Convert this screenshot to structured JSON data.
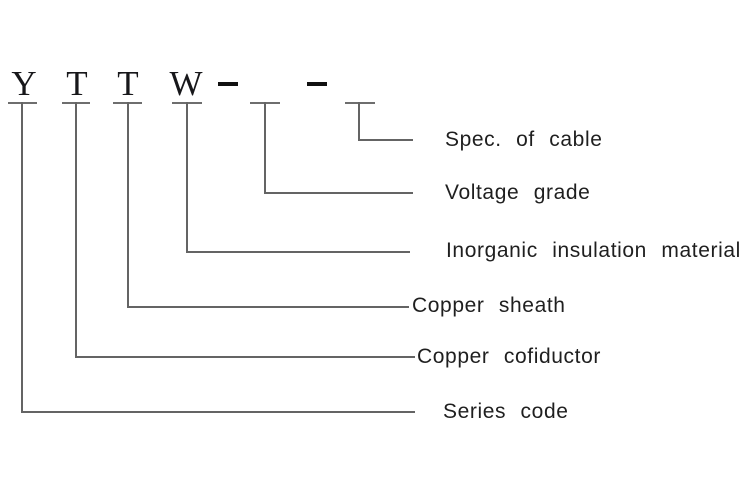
{
  "code": {
    "letters": [
      "Y",
      "T",
      "T",
      "W"
    ],
    "separators": [
      "-",
      "-"
    ]
  },
  "labels": {
    "spec_of_cable": "Spec. of cable",
    "voltage_grade": "Voltage grade",
    "inorganic_insulation": "Inorganic insulation material",
    "copper_sheath": "Copper sheath",
    "copper_conductor": "Copper cofiductor",
    "series_code": "Series code"
  },
  "colors": {
    "background": "#ffffff",
    "connector_line": "#646464",
    "code_text": "#17171a",
    "label_text": "#1f1f1f",
    "dash": "#111111"
  }
}
